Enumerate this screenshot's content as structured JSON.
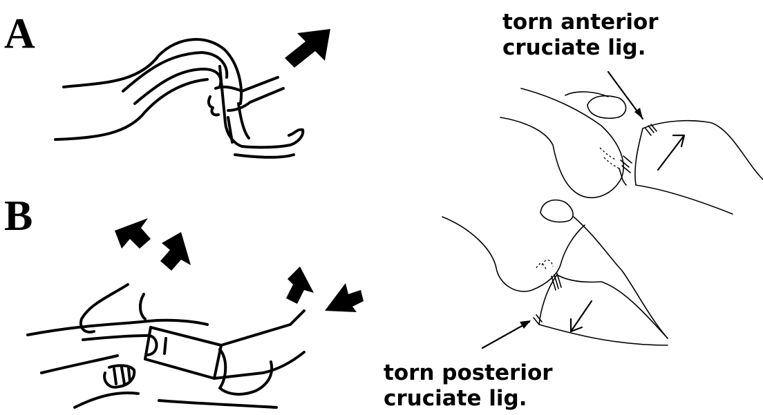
{
  "panels": {
    "a": {
      "letter": "A"
    },
    "b": {
      "letter": "B"
    }
  },
  "labels": {
    "anterior": {
      "line1": "torn anterior",
      "line2": "cruciate lig."
    },
    "posterior": {
      "line1": "torn posterior",
      "line2": "cruciate lig."
    }
  }
}
